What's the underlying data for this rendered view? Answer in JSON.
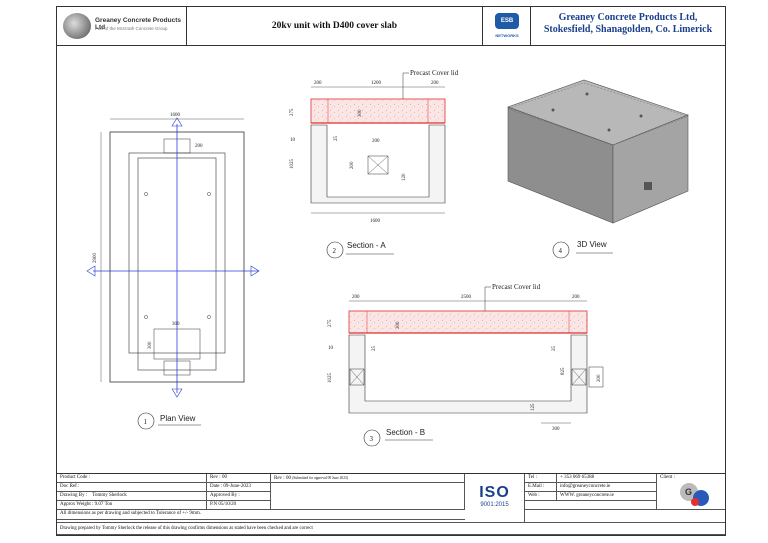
{
  "header": {
    "company_logo_name": "Greaney Concrete Products Ltd",
    "company_logo_sub": "Part of the McGrath Concrete Group",
    "title": "20kv unit with D400 cover slab",
    "esb_badge": "ESB",
    "esb_sub": "NETWORKS",
    "address_line1": "Greaney Concrete Products Ltd,",
    "address_line2": "Stokesfield, Shanagolden, Co. Limerick"
  },
  "views": {
    "plan": {
      "number": "1",
      "label": "Plan View"
    },
    "section_a": {
      "number": "2",
      "label": "Section - A"
    },
    "section_b": {
      "number": "3",
      "label": "Section - B"
    },
    "view_3d": {
      "number": "4",
      "label": "3D View"
    }
  },
  "dims": {
    "plan_width": "1600",
    "plan_height": "2900",
    "plan_200": "200",
    "plan_300": "300",
    "plan_300b": "300",
    "sa_200l": "200",
    "sa_1200": "1200",
    "sa_200r": "200",
    "sa_lid": "Precast Cover lid",
    "sa_275": "275",
    "sa_300": "300",
    "sa_10": "10",
    "sa_25": "25",
    "sa_200c": "200",
    "sa_1025": "1025",
    "sa_200v": "200",
    "sa_120": "120",
    "sa_1600": "1600",
    "sb_200l": "200",
    "sb_2500": "2500",
    "sb_200r": "200",
    "sb_lid": "Precast Cover lid",
    "sb_275": "275",
    "sb_300": "300",
    "sb_10": "10",
    "sb_25": "25",
    "sb_25r": "25",
    "sb_1025": "1025",
    "sb_825": "825",
    "sb_200v": "200",
    "sb_125": "125",
    "sb_300b": "300"
  },
  "titleblock": {
    "product_code": "Product Code :",
    "doc_ref": "Doc Ref :",
    "drawing_by_label": "Drawing By :",
    "drawing_by": "Tommy Sherlock",
    "weight_label": "Approx Weight :",
    "weight": "9.07 Ton",
    "rev_label": "Rev : 00",
    "date_label": "Date :",
    "date": "09-June-2023",
    "approved": "Approved By :",
    "pn": "P.N 05/10/20",
    "rev_note_label": "Rev : 00",
    "rev_note": "(Submitted for approval 09 June 2023)",
    "iso_word": "ISO",
    "iso_num": "9001:2015",
    "tel_label": "Tel :",
    "tel": "+ 353 069 65388",
    "email_label": "E.Mail :",
    "email": "info@greaneyconcrete.ie",
    "web_label": "Web :",
    "web": "WWW. greaneyconcrete.ie",
    "client_label": "Client :",
    "tolerance": "All dimensions as per drawing and subjected to Tolerance of +/- 9mm.",
    "footer": "Drawing prepared by Tommy Sherlock the release of this drawing confirms dimensions as stated have been checked and are correct"
  },
  "colors": {
    "accent": "#1a3f8c",
    "lid_red": "#e03030",
    "axis_blue": "#2a3fd8"
  }
}
